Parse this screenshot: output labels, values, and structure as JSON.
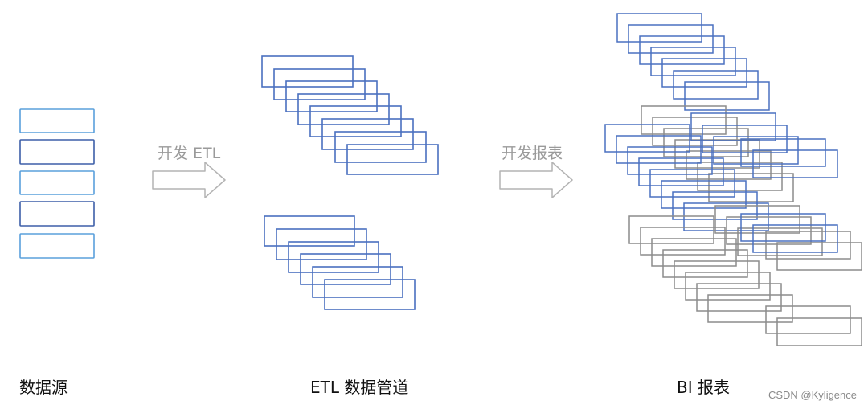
{
  "stages": {
    "sources_label": "数据源",
    "etl_label": "ETL 数据管道",
    "bi_label": "BI 报表"
  },
  "arrows": {
    "develop_etl": "开发 ETL",
    "develop_reports": "开发报表"
  },
  "watermark": "CSDN @Kyligence",
  "colors": {
    "light_blue": "#5aa0dc",
    "blue": "#4a70c0",
    "dark_blue": "#3d5fa8",
    "gray": "#8c8c8c",
    "arrow_stroke": "#b4b4b4",
    "label_gray": "#9a9a9a"
  }
}
